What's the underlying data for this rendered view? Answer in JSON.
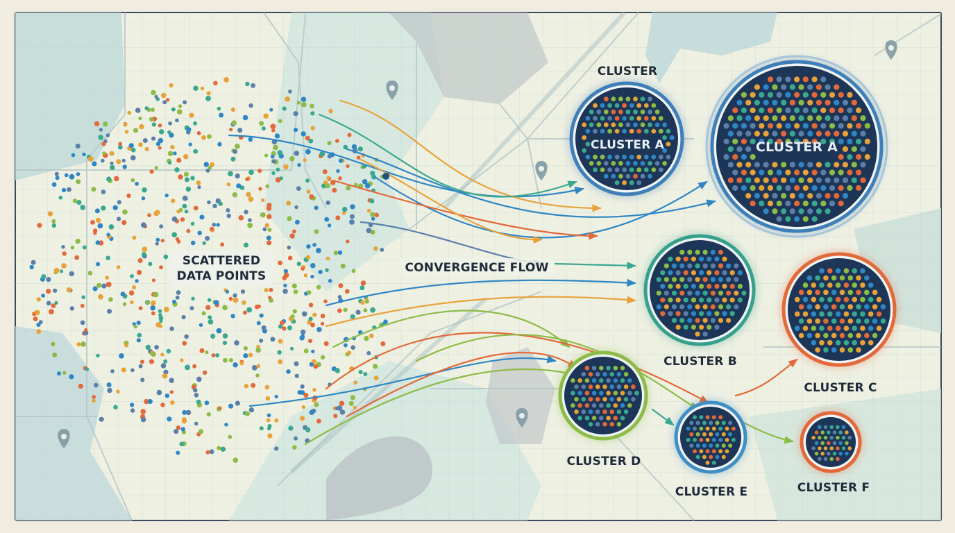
{
  "labels": {
    "scattered_line1": "SCATTERED",
    "scattered_line2": "DATA POINTS",
    "flow": "CONVERGENCE FLOW",
    "cluster_heading": "CLUSTER"
  },
  "clusters": [
    {
      "id": "a-small",
      "label": "CLUSTER A",
      "label_inside": true,
      "ring": "#3f7fb8"
    },
    {
      "id": "a-large",
      "label": "CLUSTER A",
      "label_inside": true,
      "ring": "#3f7fb8"
    },
    {
      "id": "b",
      "label": "CLUSTER B",
      "label_inside": false,
      "ring": "#36a08c"
    },
    {
      "id": "c",
      "label": "CLUSTER C",
      "label_inside": false,
      "ring": "#e2693a"
    },
    {
      "id": "d",
      "label": "CLUSTER D",
      "label_inside": false,
      "ring": "#8dbb48"
    },
    {
      "id": "e",
      "label": "CLUSTER E",
      "label_inside": false,
      "ring": "#3f8fc4"
    },
    {
      "id": "f",
      "label": "CLUSTER F",
      "label_inside": false,
      "ring": "#e2693a"
    }
  ],
  "colors": {
    "background": "#f1ece0",
    "map_water": "#bfdad9",
    "map_land": "#cfe5df",
    "map_grey": "#bfc6c8",
    "cluster_fill": "#1d3556",
    "dot_palette": [
      "#2f86c4",
      "#3aa88e",
      "#e8a23a",
      "#e2693a",
      "#8dbb48",
      "#5b7fa8"
    ]
  },
  "icons": [
    "map-pin-icon"
  ]
}
